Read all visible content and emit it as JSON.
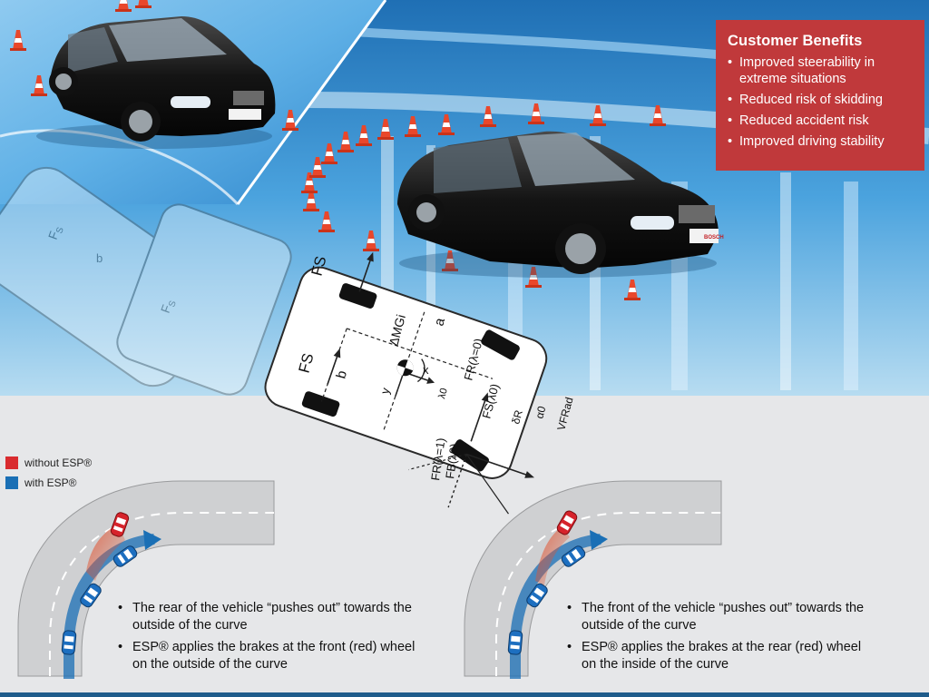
{
  "benefits": {
    "title": "Customer Benefits",
    "items": [
      "Improved steerability in extreme situations",
      "Reduced risk of skidding",
      "Reduced accident risk",
      "Improved driving stability"
    ]
  },
  "legend": {
    "items": [
      {
        "label": "without ESP®",
        "color": "#d92b2f"
      },
      {
        "label": "with ESP®",
        "color": "#1a6fb5"
      }
    ]
  },
  "diagram_labels": {
    "force_fs": "FS",
    "moment": "ΔMGi",
    "dim_a": "a",
    "dim_b": "b",
    "axis_x": "x",
    "axis_y": "y",
    "force_fr": "FR(λ=0)",
    "force_fs_lambda": "FS(λ0)",
    "force_fr_lambda1": "FR(λ=1)",
    "force_fb": "FB(λ0)",
    "velocity": "VFRad",
    "angle_delta": "δR",
    "angle_alpha": "α0",
    "lambda": "λ0"
  },
  "scenario_left": {
    "bullets": [
      "The rear of the vehicle “pushes out” towards the outside of the curve",
      "ESP® applies the brakes at the front (red) wheel on the outside of the curve"
    ]
  },
  "scenario_right": {
    "bullets": [
      "The front of the vehicle “pushes out” towards the outside of the curve",
      "ESP® applies the brakes at the rear (red) wheel on the inside of the curve"
    ]
  },
  "colors": {
    "benefits_bg": "#c0393b",
    "without_esp": "#d92b2f",
    "with_esp": "#1a6fb5",
    "road": "#cfd0d2",
    "accent_line": "#1f5c8b"
  }
}
